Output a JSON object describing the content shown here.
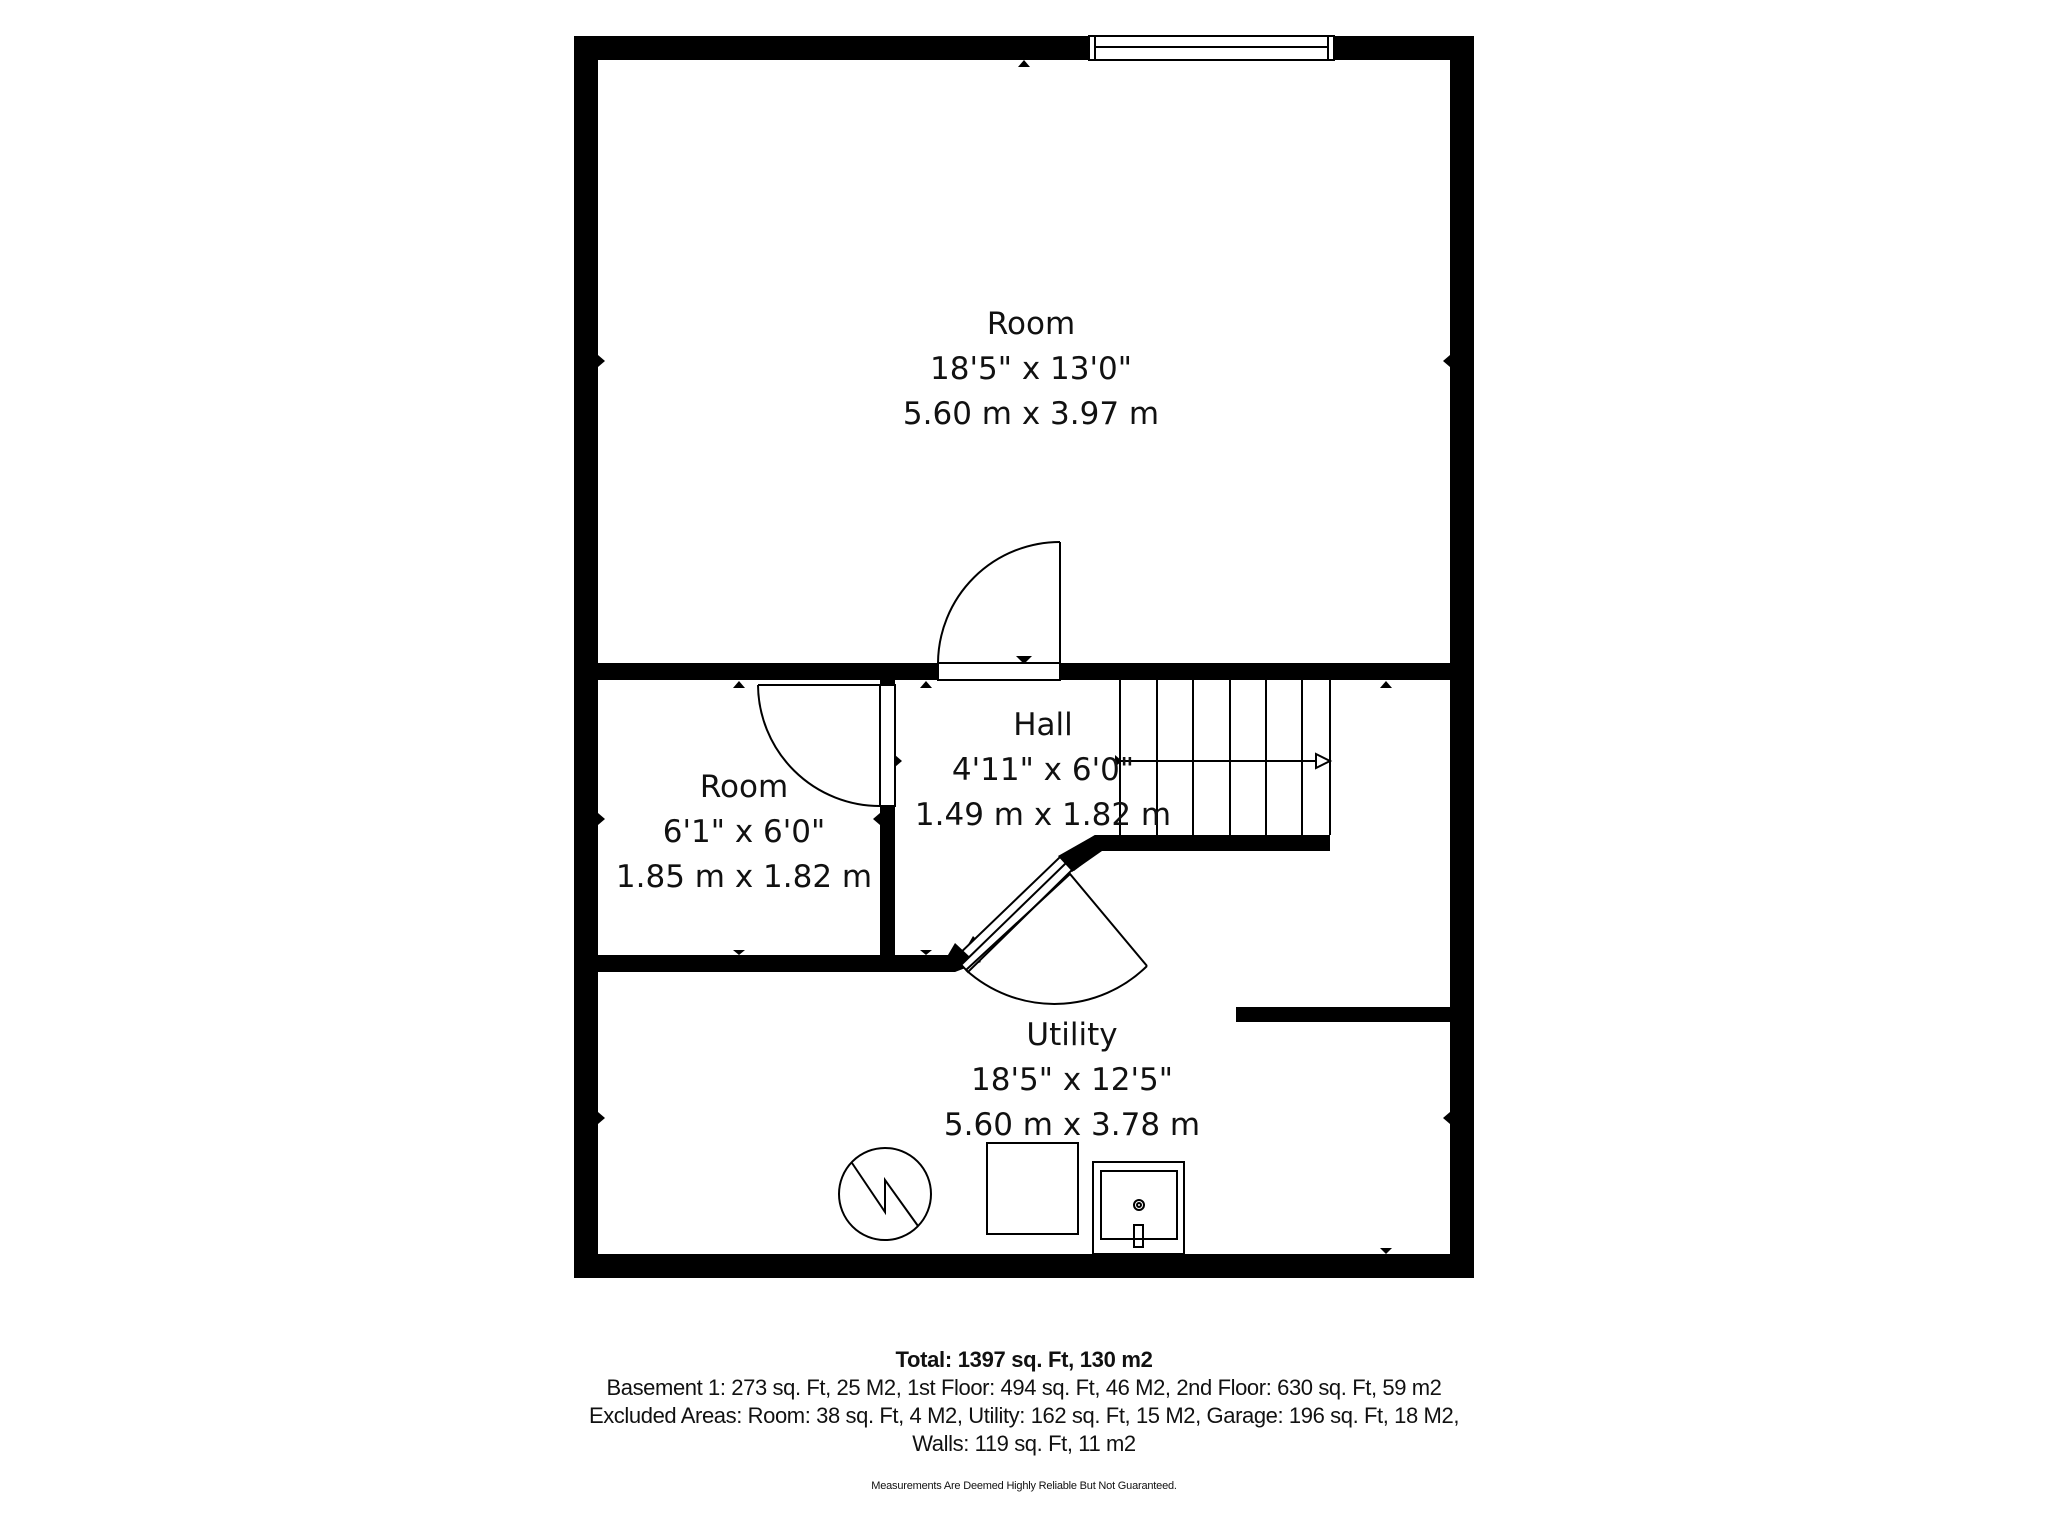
{
  "floorplan": {
    "rooms": [
      {
        "name": "Room",
        "dims_imperial": "18'5\" x 13'0\"",
        "dims_metric": "5.60 m x 3.97 m"
      },
      {
        "name": "Room",
        "dims_imperial": "6'1\" x 6'0\"",
        "dims_metric": "1.85 m x 1.82 m"
      },
      {
        "name": "Hall",
        "dims_imperial": "4'11\" x 6'0\"",
        "dims_metric": "1.49 m x 1.82 m"
      },
      {
        "name": "Utility",
        "dims_imperial": "18'5\" x 12'5\"",
        "dims_metric": "5.60 m x 3.78 m"
      }
    ],
    "fixtures": [
      "water-heater-icon",
      "furnace-box",
      "laundry-sink"
    ],
    "colors": {
      "wall": "#000000",
      "background": "#ffffff",
      "line": "#111111"
    }
  },
  "summary": {
    "total": "Total: 1397 sq. Ft, 130 m2",
    "line1": "Basement 1: 273 sq. Ft, 25 M2, 1st Floor: 494 sq. Ft, 46 M2, 2nd Floor: 630 sq. Ft, 59 m2",
    "line2": "Excluded Areas: Room: 38 sq. Ft, 4 M2, Utility: 162 sq. Ft, 15 M2, Garage: 196 sq. Ft, 18 M2,",
    "line3": "Walls: 119 sq. Ft, 11 m2",
    "disclaimer": "Measurements Are Deemed Highly Reliable But Not Guaranteed."
  }
}
